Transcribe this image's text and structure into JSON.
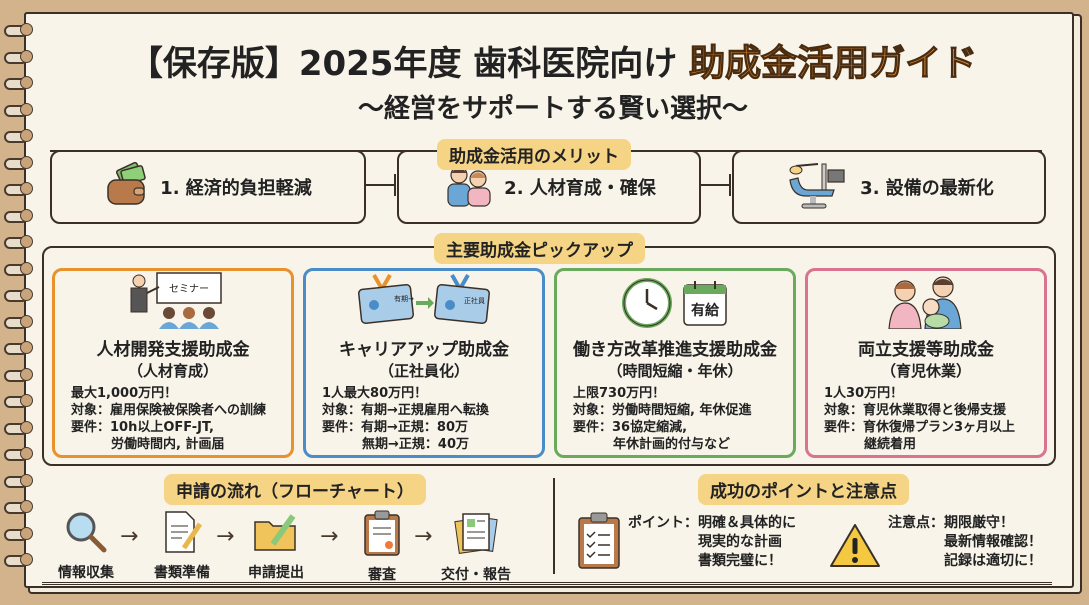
{
  "header": {
    "title_prefix": "【保存版】2025年度 歯科医院向け ",
    "title_accent": "助成金活用ガイド",
    "subtitle": "〜経営をサポートする賢い選択〜"
  },
  "merits": {
    "badge": "助成金活用のメリット",
    "items": [
      {
        "label": "1. 経済的負担軽減",
        "icon": "wallet-money-icon"
      },
      {
        "label": "2. 人材育成・確保",
        "icon": "staff-people-icon"
      },
      {
        "label": "3. 設備の最新化",
        "icon": "dental-chair-icon"
      }
    ]
  },
  "pickup": {
    "badge": "主要助成金ピックアップ",
    "cards": [
      {
        "name": "人材開発支援助成金",
        "sub": "（人材育成）",
        "amount": "最大1,000万円！",
        "target": "対象：雇用保険被保険者への訓練",
        "req1": "要件：10h以上OFF-JT,",
        "req2": "労働時間内, 計画届",
        "icon_label": "セミナー",
        "color": "#e8922e"
      },
      {
        "name": "キャリアアップ助成金",
        "sub": "（正社員化）",
        "amount": "1人最大80万円！",
        "target": "対象：有期→正規雇用へ転換",
        "req1": "要件：有期→正規：80万",
        "req2": "無期→正規：40万",
        "icon_label_from": "有期→",
        "icon_label_to": "正社員",
        "color": "#4a8cc8"
      },
      {
        "name": "働き方改革推進支援助成金",
        "sub": "（時間短縮・年休）",
        "amount": "上限730万円！",
        "target": "対象：労働時間短縮, 年休促進",
        "req1": "要件：36協定縮減,",
        "req2": "年休計画的付与など",
        "icon_label": "有給",
        "color": "#6aaa5c"
      },
      {
        "name": "両立支援等助成金",
        "sub": "（育児休業）",
        "amount": "1人30万円！",
        "target": "対象：育児休業取得と後帰支援",
        "req1": "要件：育休復帰プラン3ヶ月以上",
        "req2": "継続着用",
        "color": "#d9738f"
      }
    ]
  },
  "flow": {
    "badge": "申請の流れ（フローチャート）",
    "steps": [
      {
        "label": "情報収集",
        "icon": "magnifier-icon"
      },
      {
        "label": "書類準備",
        "icon": "document-pen-icon"
      },
      {
        "label": "申請提出",
        "icon": "folder-pen-icon"
      },
      {
        "label": "審査",
        "icon": "clipboard-stamp-icon"
      },
      {
        "label": "交付・報告",
        "icon": "documents-icon"
      }
    ],
    "arrow": "→"
  },
  "tips": {
    "badge": "成功のポイントと注意点",
    "points_label": "ポイント：",
    "points": [
      "明確＆具体的に",
      "現実的な計画",
      "書類完璧に！"
    ],
    "cautions_label": "注意点：",
    "cautions": [
      "期限厳守！",
      "最新情報確認！",
      "記録は適切に！"
    ]
  }
}
